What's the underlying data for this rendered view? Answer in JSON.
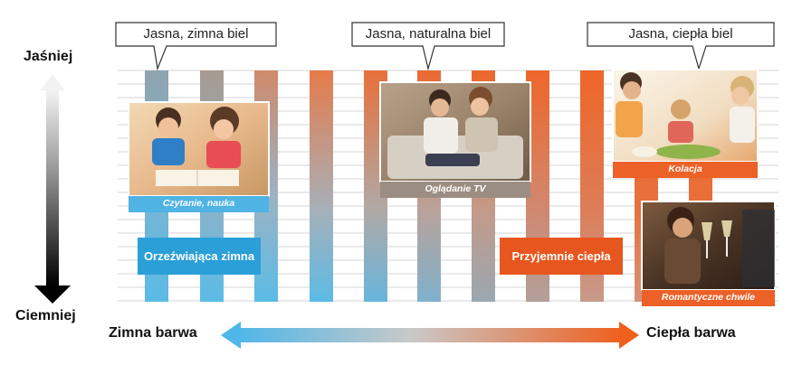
{
  "axis": {
    "top_label": "Jaśniej",
    "bottom_label": "Ciemniej",
    "left_label": "Zimna barwa",
    "right_label": "Ciepła barwa"
  },
  "callouts": [
    {
      "text": "Jasna, zimna biel"
    },
    {
      "text": "Jasna, naturalna biel"
    },
    {
      "text": "Jasna, ciepła biel"
    }
  ],
  "scenes": {
    "reading": "Czytanie, nauka",
    "tv": "Oglądanie TV",
    "dinner": "Kolacja",
    "romantic": "Romantyczne chwile"
  },
  "badges": {
    "cool": "Orzeźwiająca zimna",
    "warm": "Przyjemnie ciepła"
  },
  "colors": {
    "cool": "#5bbbe6",
    "warm": "#ee6a2c",
    "caption_blue": "#4fb3e4",
    "caption_orange": "#ec6128",
    "badge_cool": "#2a9fd8",
    "badge_warm": "#e8561f"
  }
}
